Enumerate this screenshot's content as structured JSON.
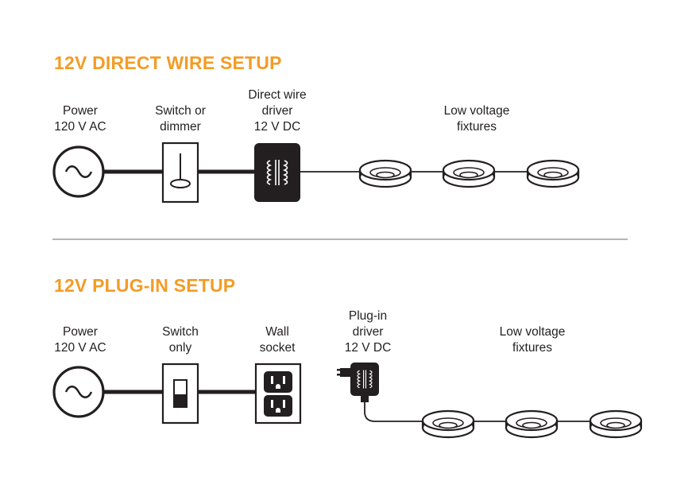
{
  "colors": {
    "accent": "#f39c25",
    "ink": "#231f20",
    "divider": "#8a8a8a"
  },
  "direct_wire": {
    "title": "12V DIRECT WIRE SETUP",
    "power": {
      "line1": "Power",
      "line2": "120 V AC",
      "icon": "ac-power-icon"
    },
    "switch": {
      "line1": "Switch or",
      "line2": "dimmer",
      "icon": "dimmer-switch-icon"
    },
    "driver": {
      "line1": "Direct wire",
      "line2": "driver",
      "line3": "12 V DC",
      "icon": "transformer-icon"
    },
    "fixtures": {
      "line1": "Low voltage",
      "line2": "fixtures",
      "icon": "puck-light-icon"
    }
  },
  "plug_in": {
    "title": "12V PLUG-IN SETUP",
    "power": {
      "line1": "Power",
      "line2": "120 V AC",
      "icon": "ac-power-icon"
    },
    "switch": {
      "line1": "Switch",
      "line2": "only",
      "icon": "toggle-switch-icon"
    },
    "socket": {
      "line1": "Wall",
      "line2": "socket",
      "icon": "outlet-icon"
    },
    "driver": {
      "line1": "Plug-in",
      "line2": "driver",
      "line3": "12 V DC",
      "icon": "plug-in-adapter-icon"
    },
    "fixtures": {
      "line1": "Low voltage",
      "line2": "fixtures",
      "icon": "puck-light-icon"
    }
  }
}
